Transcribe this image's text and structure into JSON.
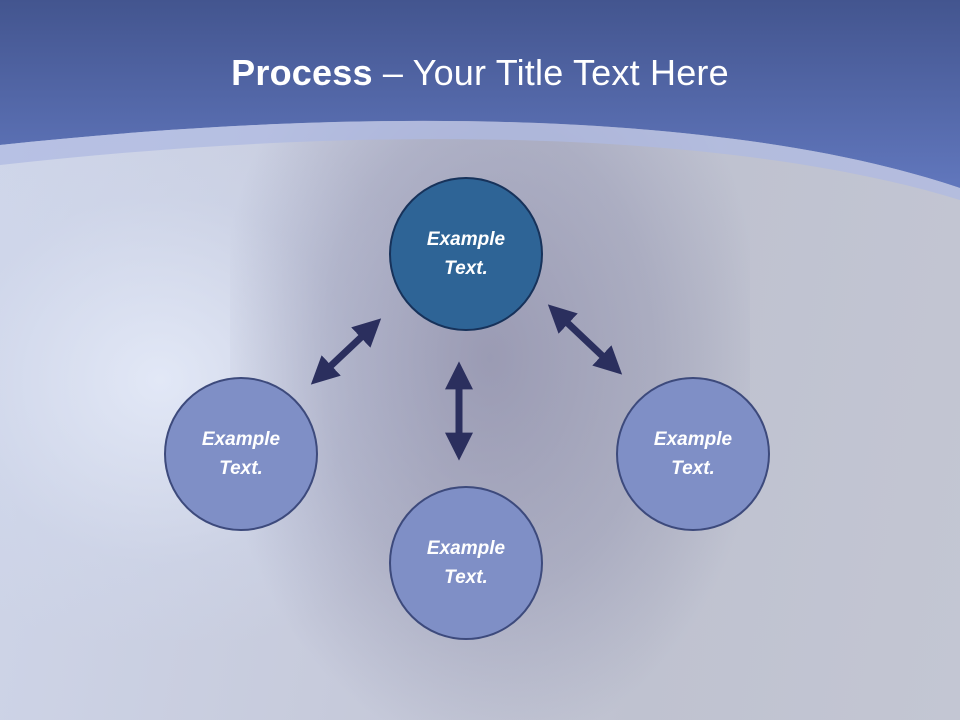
{
  "title": {
    "bold": "Process",
    "separator": " – ",
    "rest": "Your Title Text Here"
  },
  "nodes": {
    "top": "Example Text.",
    "left": "Example Text.",
    "right": "Example Text.",
    "bottom": "Example Text."
  },
  "colors": {
    "header": "#5a6db0",
    "top_node": "#2e6496",
    "side_nodes": "#7f8fc6",
    "arrows": "#2b2f5e"
  }
}
